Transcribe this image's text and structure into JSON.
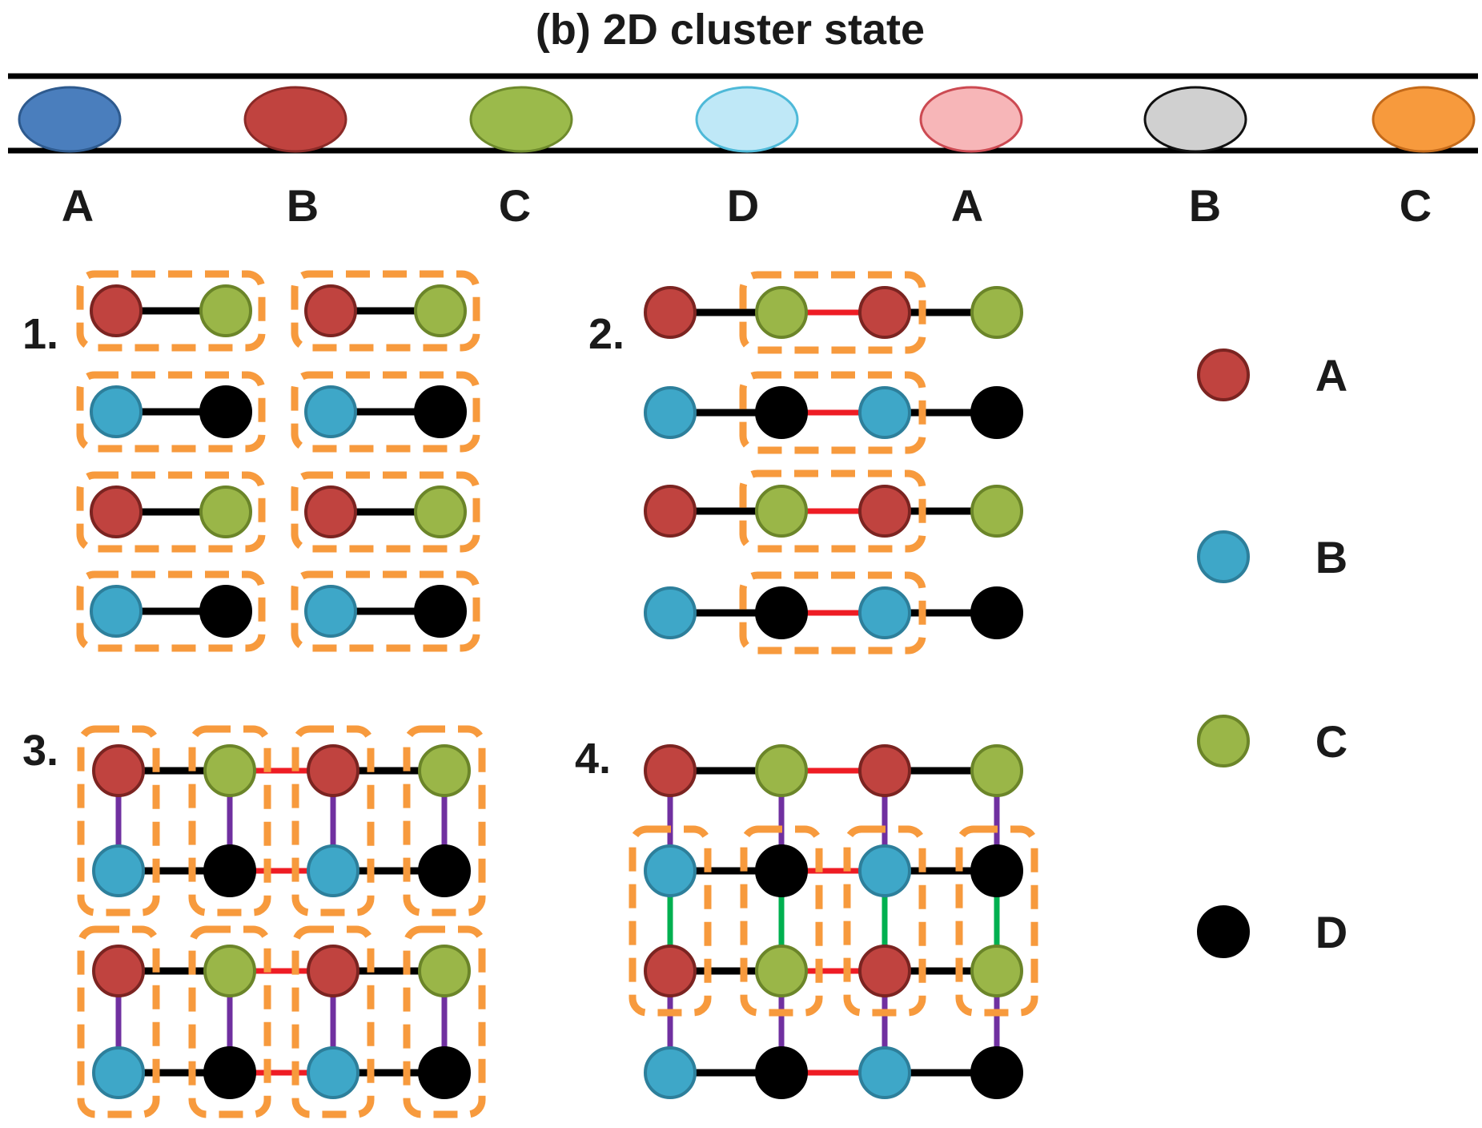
{
  "title": "(b)   2D cluster state",
  "colors": {
    "red": "#c0433f",
    "red_stroke": "#7b2421",
    "blue": "#3ea7c8",
    "blue_stroke": "#2d7f9b",
    "green": "#9ab648",
    "green_stroke": "#6b8529",
    "black": "#000000",
    "orange": "#f79a3d",
    "red_bond": "#ee1c24",
    "purple_bond": "#7030a0",
    "green_bond": "#00b050"
  },
  "chain": {
    "ovals": [
      {
        "label": "A",
        "fill": "#4a7ebd",
        "stroke": "#2e5a8e"
      },
      {
        "label": "B",
        "fill": "#c0433f",
        "stroke": "#8a2a27"
      },
      {
        "label": "C",
        "fill": "#9bba4b",
        "stroke": "#6e8a2c"
      },
      {
        "label": "D",
        "fill": "#bfe8f7",
        "stroke": "#4eb9d8"
      },
      {
        "label": "A",
        "fill": "#f7b6b8",
        "stroke": "#cc4a52"
      },
      {
        "label": "B",
        "fill": "#d0d0d0",
        "stroke": "#111111"
      },
      {
        "label": "C",
        "fill": "#f79a3d",
        "stroke": "#c46a1a"
      }
    ]
  },
  "steps": [
    {
      "label": "1."
    },
    {
      "label": "2."
    },
    {
      "label": "3."
    },
    {
      "label": "4."
    }
  ],
  "legend": [
    {
      "label": "A",
      "color": "red"
    },
    {
      "label": "B",
      "color": "blue"
    },
    {
      "label": "C",
      "color": "green"
    },
    {
      "label": "D",
      "color": "black"
    }
  ]
}
